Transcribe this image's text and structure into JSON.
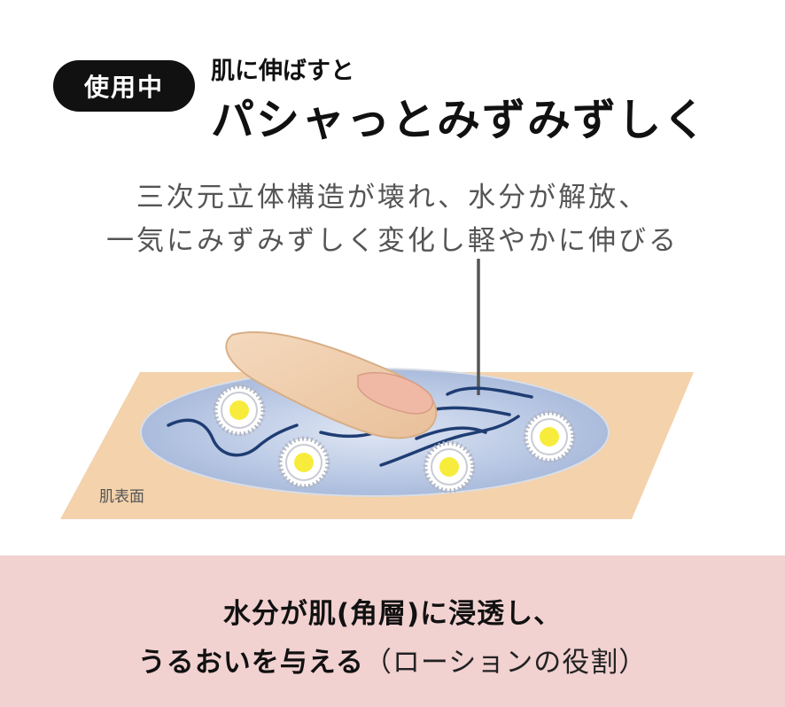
{
  "badge": {
    "label": "使用中"
  },
  "heading": {
    "small": "肌に伸ばすと",
    "big": "パシャっとみずみずしく"
  },
  "description": {
    "line1": "三次元立体構造が壊れ、水分が解放、",
    "line2": "一気にみずみずしく変化し軽やかに伸びる"
  },
  "diagram": {
    "skin_label": "肌表面",
    "colors": {
      "skin": "#f3d2ac",
      "pool": "#aebfdd",
      "fiber": "#1f3d73",
      "capsule": "#f7ec3b",
      "finger": "#f0c9a3"
    }
  },
  "footer": {
    "line1": "水分が肌(角層)に浸透し、",
    "line2_main": "うるおいを与える",
    "line2_sub": "（ローションの役割）",
    "background": "#f2d1d1"
  }
}
